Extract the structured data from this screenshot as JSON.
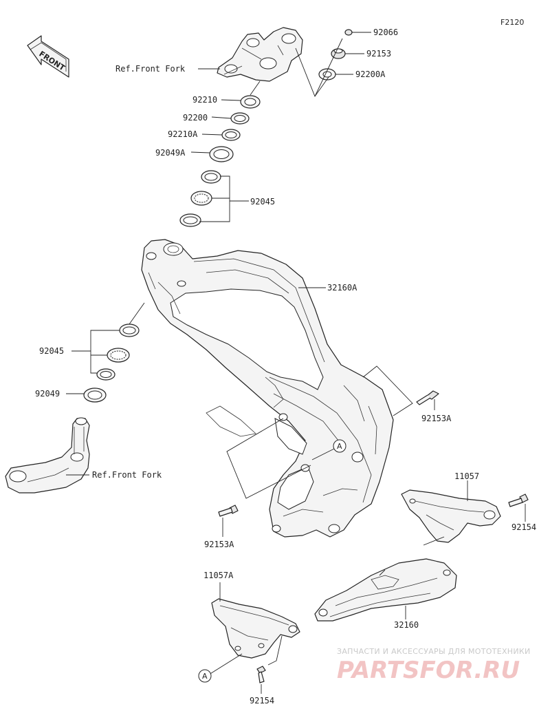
{
  "diagram_code": "F2120",
  "front_badge": "FRONT",
  "parts": {
    "p92066": "92066",
    "p92153": "92153",
    "p92200A": "92200A",
    "ref_front_fork_top": "Ref.Front Fork",
    "p92210": "92210",
    "p92200": "92200",
    "p92210A": "92210A",
    "p92049A": "92049A",
    "p92045_top": "92045",
    "p32160A": "32160A",
    "p92045_bottom": "92045",
    "p92049": "92049",
    "ref_front_fork_bottom": "Ref.Front Fork",
    "p92153A_right": "92153A",
    "p92153A_bottom": "92153A",
    "p11057": "11057",
    "p92154_right": "92154",
    "p11057A": "11057A",
    "p32160": "32160",
    "p92154_bottom": "92154",
    "callout_A_mid": "A",
    "callout_A_low": "A"
  },
  "watermark": {
    "line1": "ЗАПЧАСТИ И АКСЕССУАРЫ ДЛЯ МОТОТЕХНИКИ",
    "line2": "PARTSFOR.RU"
  }
}
